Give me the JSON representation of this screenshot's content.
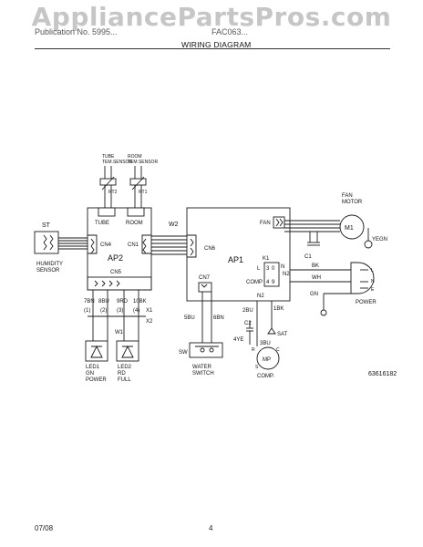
{
  "watermark": "AppliancePartsPros.com",
  "header": {
    "left_text": "Publication No. 5995...",
    "model_text": "FAC063...",
    "title": "WIRING DIAGRAM"
  },
  "footer": {
    "date": "07/08",
    "page": "4"
  },
  "diagram": {
    "part_number": "63616182",
    "sensors": {
      "tube_label": "TUBE\nTEM.SENSOR",
      "room_label": "ROOM\nTEM.SENSOR",
      "tube_ref": "RT2",
      "room_ref": "RT1"
    },
    "ap2": {
      "name": "AP2",
      "tube": "TUBE",
      "room": "ROOM",
      "cn4": "CN4",
      "cn1": "CN1",
      "cn5": "CN5",
      "pins": [
        "7BN",
        "8BU",
        "9RD",
        "10BK"
      ],
      "pin_nums": [
        "(1)",
        "(2)",
        "(3)",
        "(4)"
      ],
      "x1": "X1",
      "x2": "X2",
      "w1": "W1"
    },
    "st": {
      "label": "ST",
      "humidity": "HUMIDITY\nSENSOR"
    },
    "w2": "W2",
    "ap1": {
      "name": "AP1",
      "fan": "FAN",
      "cn6": "CN6",
      "cn7": "CN7",
      "k1": "K1",
      "l": "L",
      "n": "N",
      "comp": "COMP",
      "n2": "N2",
      "n2b": "N2",
      "t1": "3",
      "t2": "0",
      "t3": "4",
      "t4": "9"
    },
    "fan_motor": {
      "label": "FAN\nMOTOR",
      "ref": "M1",
      "cap": "C1",
      "yegn": "YEGN"
    },
    "power": {
      "bk": "BK",
      "wh": "WH",
      "gn": "GN",
      "label": "POWER",
      "plug": [
        "L",
        "N",
        "E"
      ]
    },
    "water": {
      "sw": "SW",
      "bu5": "5BU",
      "bn6": "6BN",
      "label": "WATER\nSWITCH"
    },
    "leds": {
      "led1": "LED1\nGN\nPOWER",
      "led2": "LED2\nRD\nFULL"
    },
    "comp": {
      "bu2": "2BU",
      "bk1": "1BK",
      "c2": "C2",
      "sat": "SAT",
      "ye4": "4YE",
      "bu3": "3BU",
      "mp": "MP",
      "r": "R",
      "c": "C",
      "s": "S",
      "label": "COMP."
    }
  },
  "colors": {
    "line": "#1a1a1a",
    "watermark": "#bdbdbd"
  }
}
